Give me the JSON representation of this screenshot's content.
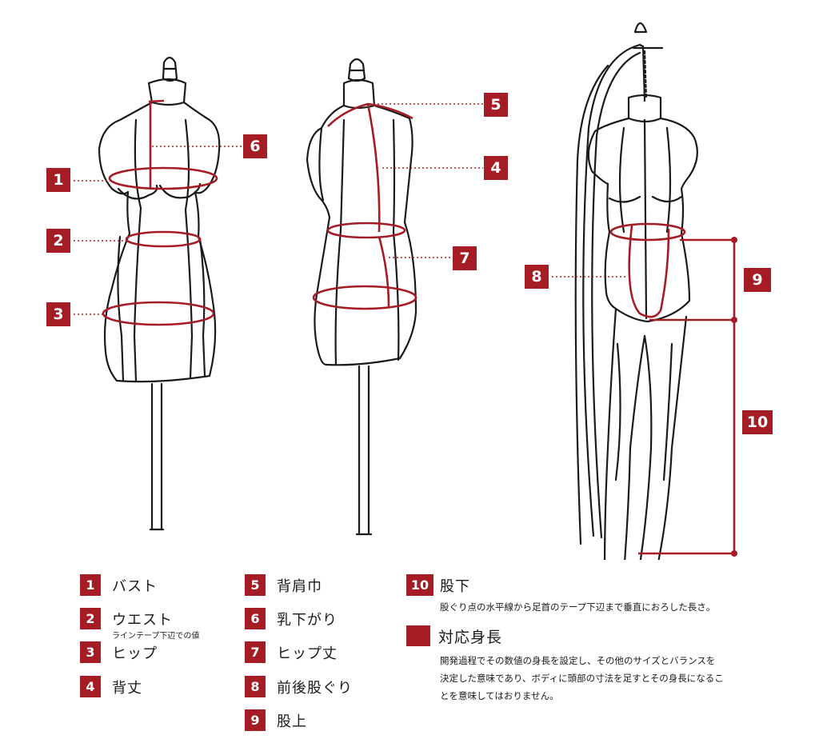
{
  "colors": {
    "accent": "#a51c24",
    "line": "#1a1a1a"
  },
  "callouts": [
    {
      "number": "1"
    },
    {
      "number": "2"
    },
    {
      "number": "3"
    },
    {
      "number": "4"
    },
    {
      "number": "5"
    },
    {
      "number": "6"
    },
    {
      "number": "7"
    },
    {
      "number": "8"
    },
    {
      "number": "9"
    },
    {
      "number": "10"
    }
  ],
  "legend": {
    "items": [
      {
        "number": "1",
        "label": "バスト",
        "note": "",
        "icon": "badge-1"
      },
      {
        "number": "2",
        "label": "ウエスト",
        "note": "ラインテープ下辺での値",
        "icon": "badge-2"
      },
      {
        "number": "3",
        "label": "ヒップ",
        "note": "",
        "icon": "badge-3"
      },
      {
        "number": "4",
        "label": "背丈",
        "note": "",
        "icon": "badge-4"
      },
      {
        "number": "5",
        "label": "背肩巾",
        "note": "",
        "icon": "badge-5"
      },
      {
        "number": "6",
        "label": "乳下がり",
        "note": "",
        "icon": "badge-6"
      },
      {
        "number": "7",
        "label": "ヒップ丈",
        "note": "",
        "icon": "badge-7"
      },
      {
        "number": "8",
        "label": "前後股ぐり",
        "note": "",
        "icon": "badge-8"
      },
      {
        "number": "9",
        "label": "股上",
        "note": "",
        "icon": "badge-9"
      },
      {
        "number": "10",
        "label": "股下",
        "note": "",
        "icon": "badge-10"
      }
    ],
    "inseam_description": "股ぐり点の水平線から足首のテープ下辺まで垂直におろした長さ。",
    "height_label": "対応身長",
    "height_description_lines": [
      "開発過程でその数値の身長を設定し、その他のサイズとバランスを",
      "決定した意味であり、ボディに頭部の寸法を足すとその身長になるこ",
      "とを意味してはおりません。"
    ]
  }
}
